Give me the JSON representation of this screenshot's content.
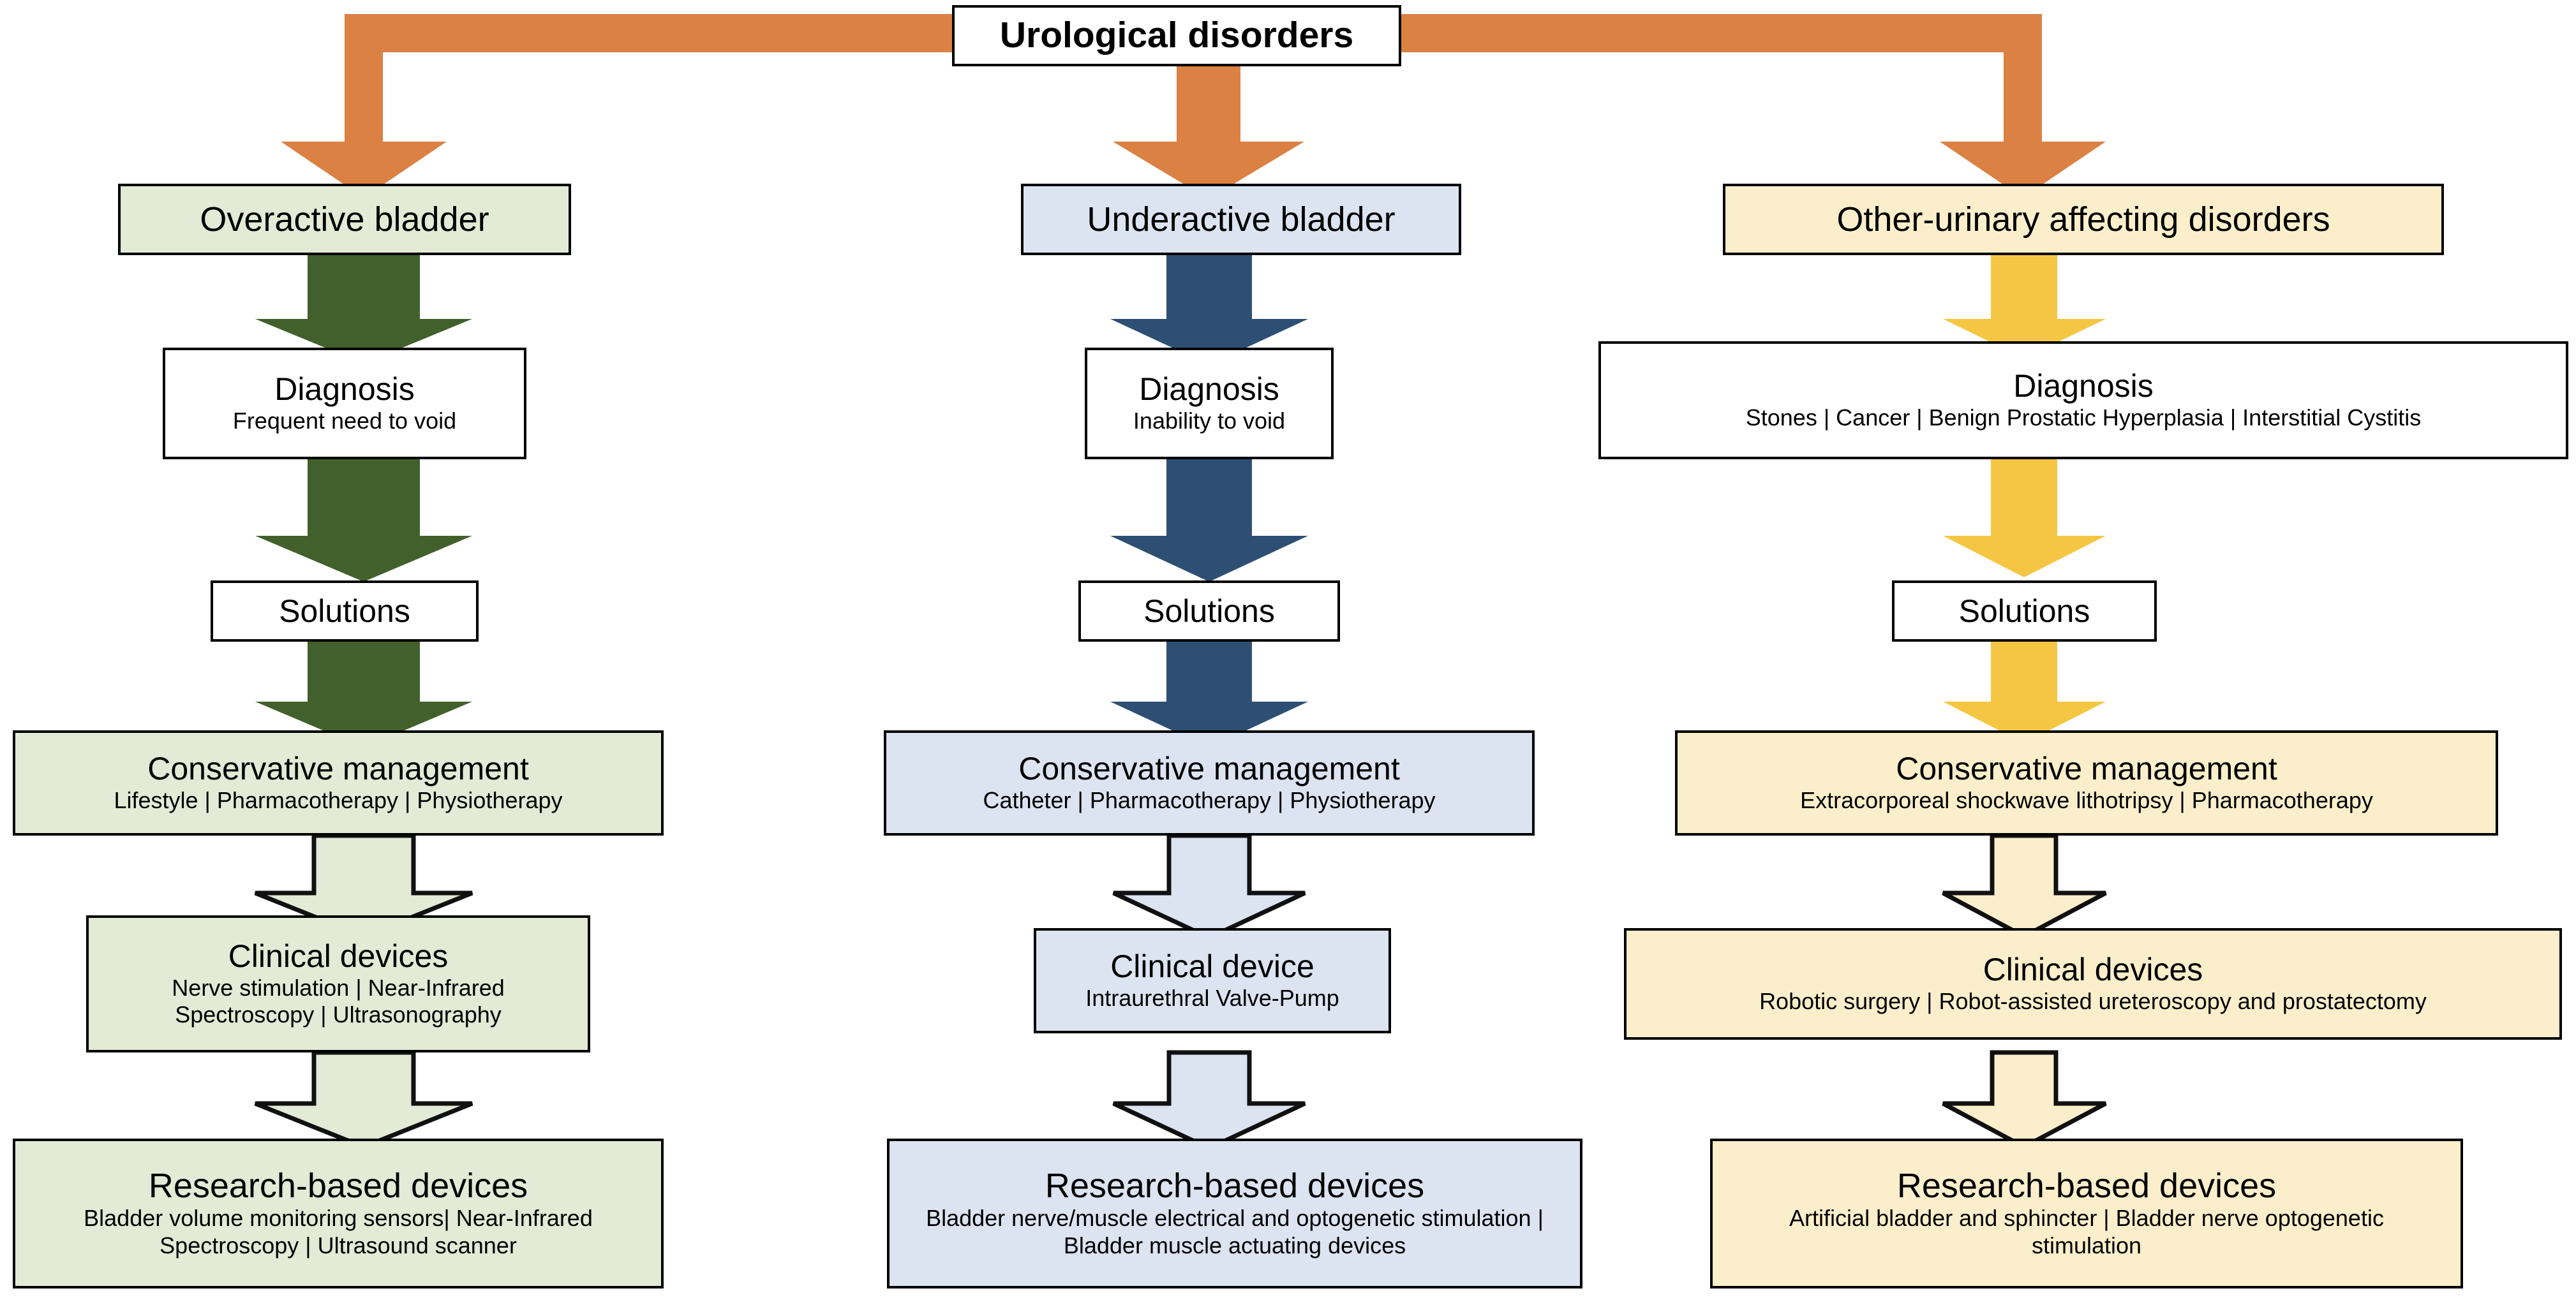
{
  "diagram": {
    "root": {
      "label": "Urological disorders"
    },
    "colors": {
      "orange_arrow": "#db8144",
      "green_arrow": "#42602b",
      "blue_arrow": "#2d4f74",
      "yellow_arrow": "#f5c643",
      "green_box": "#e3ead5",
      "blue_box": "#dce3f1",
      "cream_box": "#fbefcb",
      "outline": "#000000"
    },
    "columns": [
      {
        "key": "overactive-bladder",
        "header": "Overactive bladder",
        "accent": "#42602b",
        "fill": "#e3ead5",
        "diagnosis": {
          "title": "Diagnosis",
          "detail": "Frequent need to void"
        },
        "solutions": {
          "title": "Solutions"
        },
        "conservative": {
          "title": "Conservative management",
          "detail": "Lifestyle | Pharmacotherapy | Physiotherapy"
        },
        "clinical": {
          "title": "Clinical devices",
          "detail": "Nerve stimulation | Near-Infrared Spectroscopy | Ultrasonography"
        },
        "research": {
          "title": "Research-based devices",
          "detail": "Bladder volume monitoring sensors| Near-Infrared Spectroscopy | Ultrasound scanner"
        }
      },
      {
        "key": "underactive-bladder",
        "header": "Underactive bladder",
        "accent": "#2d4f74",
        "fill": "#dce3f1",
        "diagnosis": {
          "title": "Diagnosis",
          "detail": "Inability to void"
        },
        "solutions": {
          "title": "Solutions"
        },
        "conservative": {
          "title": "Conservative management",
          "detail": "Catheter | Pharmacotherapy | Physiotherapy"
        },
        "clinical": {
          "title": "Clinical device",
          "detail": "Intraurethral Valve-Pump"
        },
        "research": {
          "title": "Research-based devices",
          "detail": "Bladder nerve/muscle electrical and optogenetic stimulation | Bladder muscle actuating devices"
        }
      },
      {
        "key": "other-urinary-affecting-disorders",
        "header": "Other-urinary affecting disorders",
        "accent": "#f5c643",
        "fill": "#fbefcb",
        "diagnosis": {
          "title": "Diagnosis",
          "detail": "Stones | Cancer | Benign Prostatic Hyperplasia | Interstitial Cystitis"
        },
        "solutions": {
          "title": "Solutions"
        },
        "conservative": {
          "title": "Conservative management",
          "detail": "Extracorporeal shockwave lithotripsy | Pharmacotherapy"
        },
        "clinical": {
          "title": "Clinical devices",
          "detail": "Robotic surgery | Robot-assisted ureteroscopy and prostatectomy"
        },
        "research": {
          "title": "Research-based devices",
          "detail": "Artificial bladder and sphincter | Bladder nerve optogenetic stimulation"
        }
      }
    ]
  }
}
